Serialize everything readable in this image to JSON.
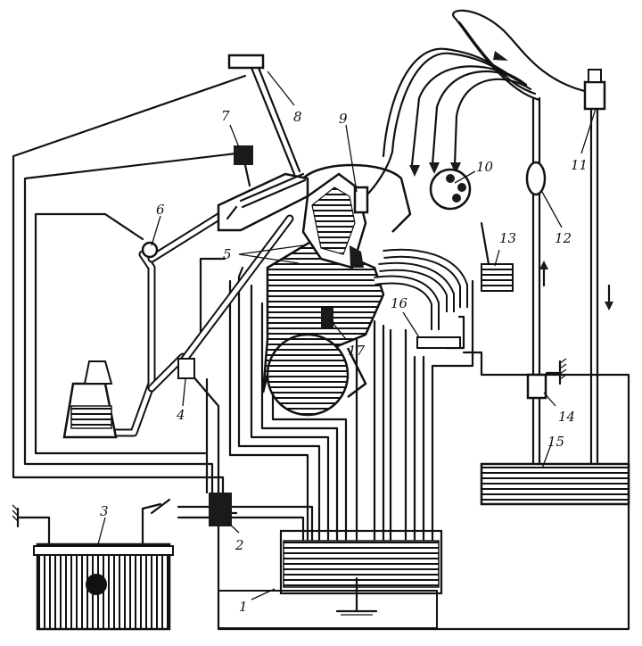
{
  "diagram": {
    "labels": [
      {
        "id": "1",
        "text": "1"
      },
      {
        "id": "2",
        "text": "2"
      },
      {
        "id": "3",
        "text": "3"
      },
      {
        "id": "4",
        "text": "4"
      },
      {
        "id": "5",
        "text": "5"
      },
      {
        "id": "6",
        "text": "6"
      },
      {
        "id": "7",
        "text": "7"
      },
      {
        "id": "8",
        "text": "8"
      },
      {
        "id": "9",
        "text": "9"
      },
      {
        "id": "10",
        "text": "10"
      },
      {
        "id": "11",
        "text": "11"
      },
      {
        "id": "12",
        "text": "12"
      },
      {
        "id": "13",
        "text": "13"
      },
      {
        "id": "14",
        "text": "14"
      },
      {
        "id": "15",
        "text": "15"
      },
      {
        "id": "16",
        "text": "16"
      },
      {
        "id": "17",
        "text": "17"
      }
    ]
  }
}
